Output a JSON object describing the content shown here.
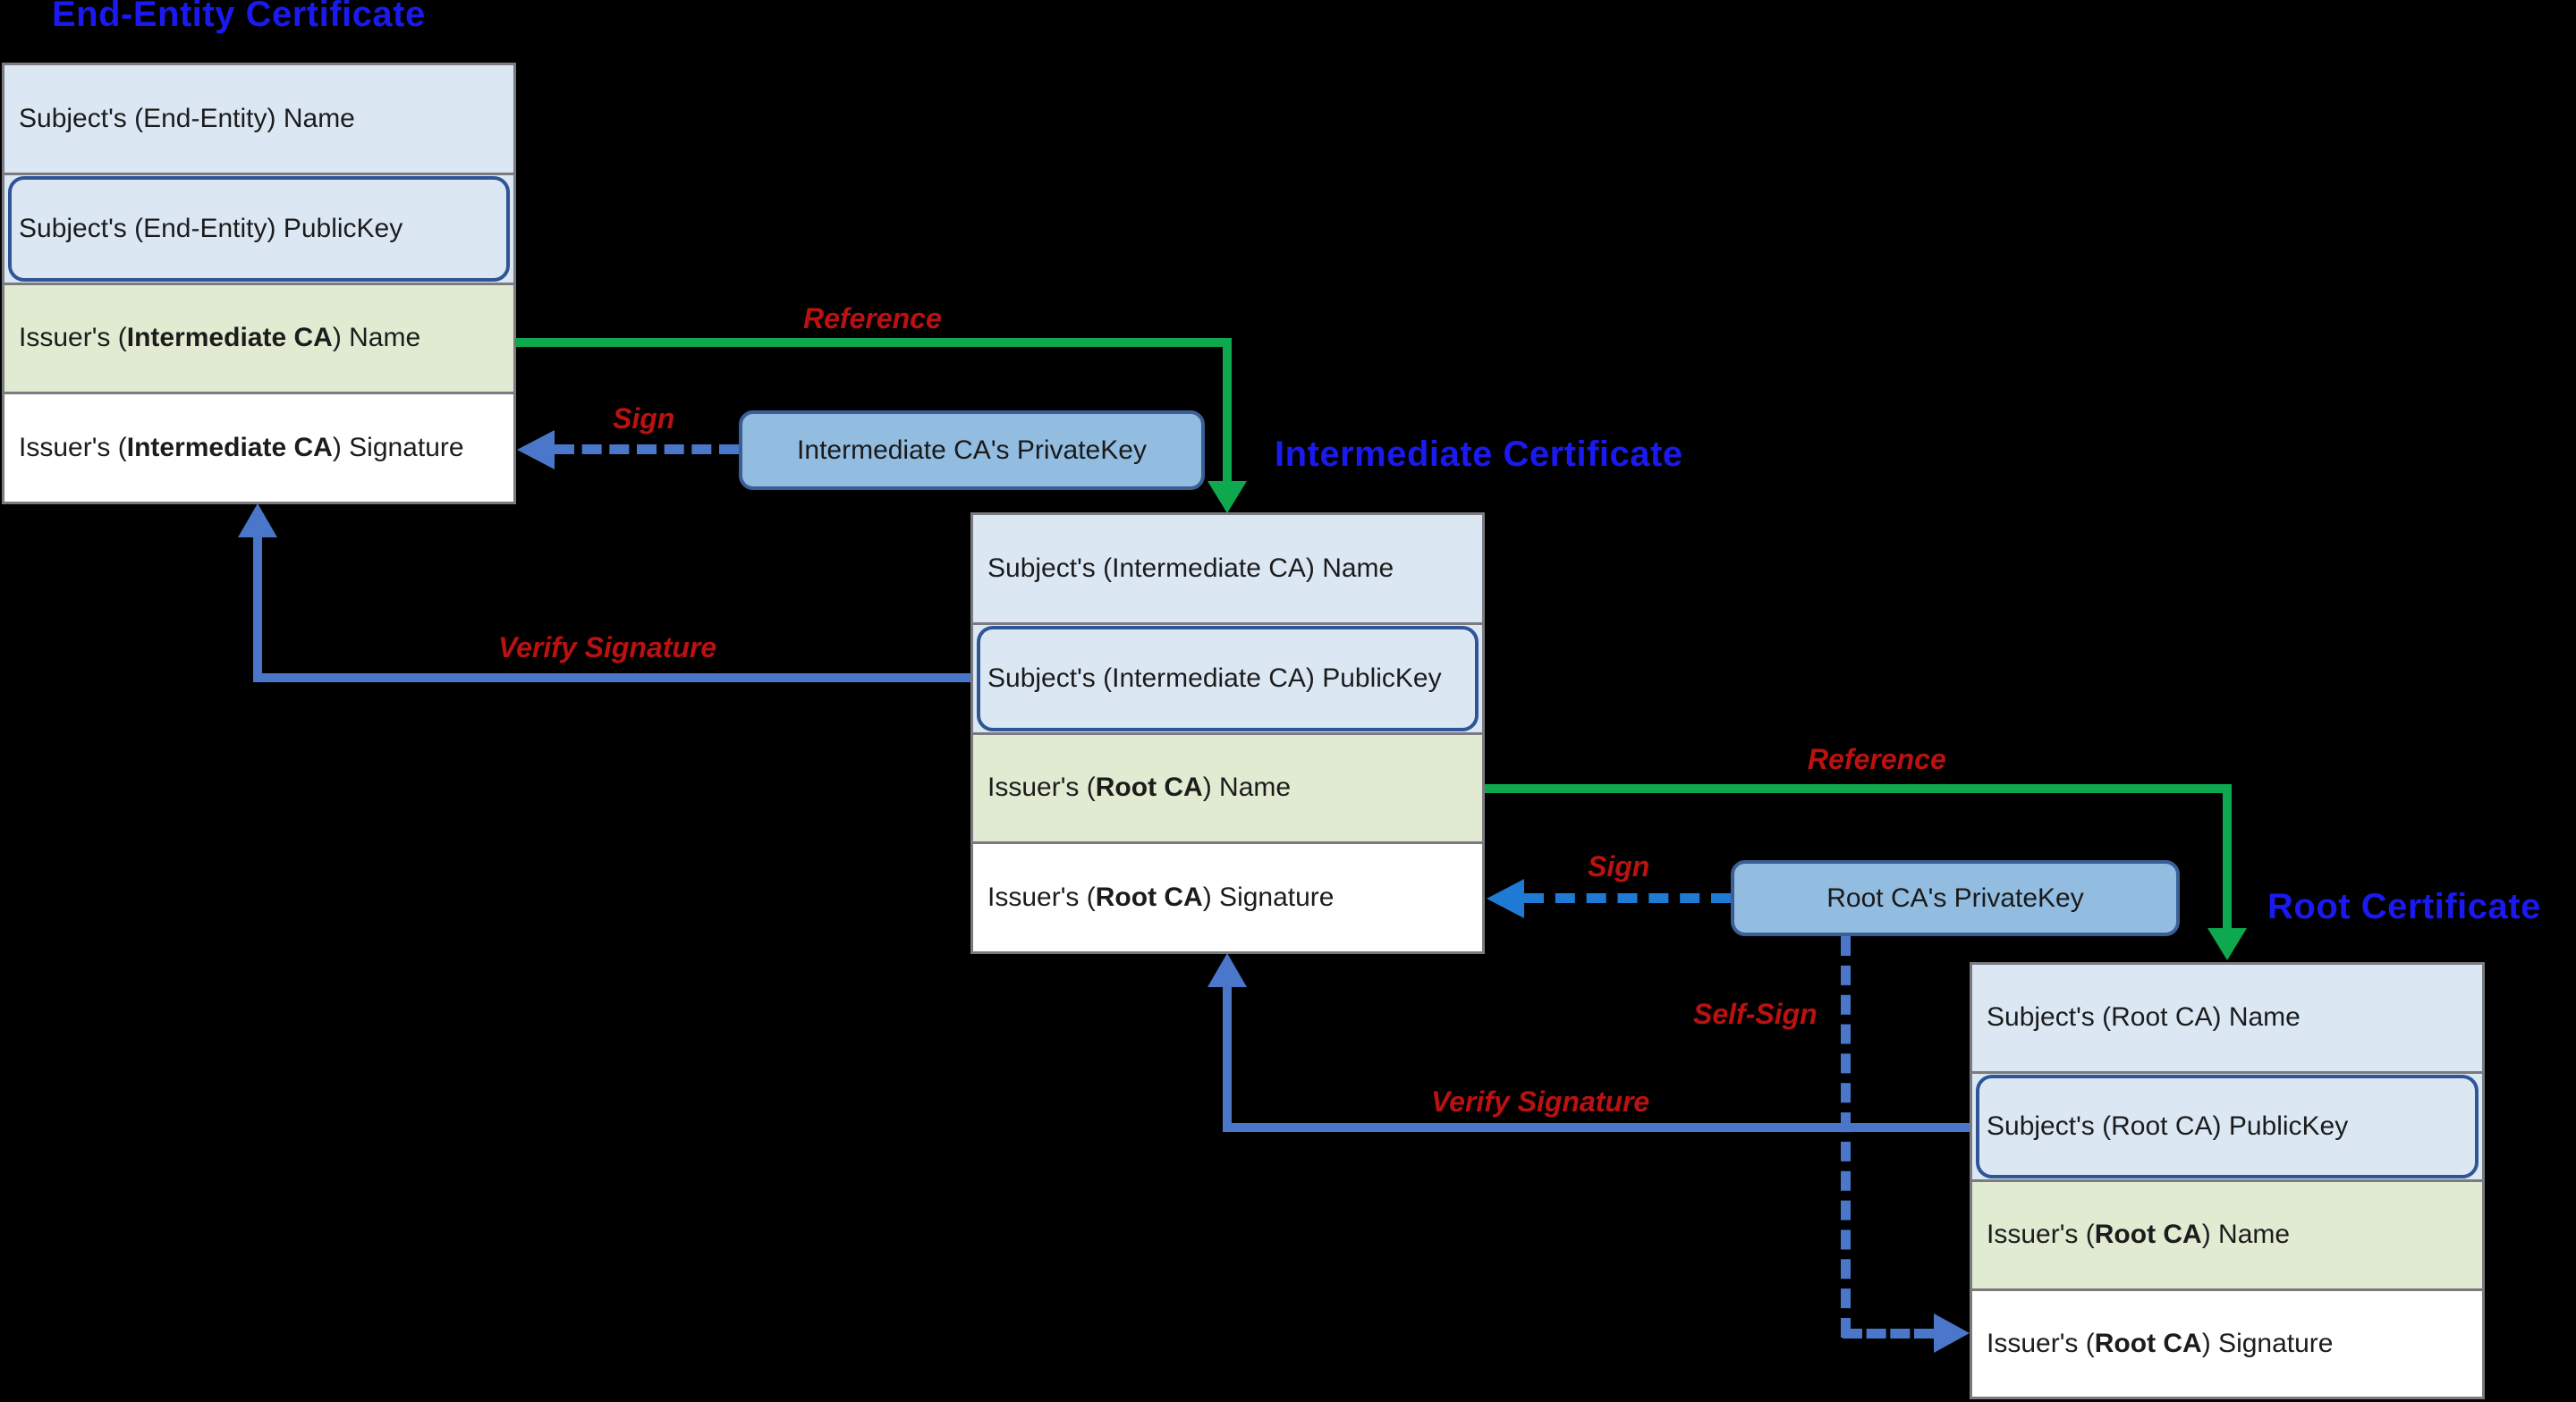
{
  "colors": {
    "background": "#000000",
    "title_blue": "#1a1af0",
    "label_red": "#bb1111",
    "green": "#0ea94e",
    "blue": "#4a77c9",
    "bright_blue": "#1e7ad2",
    "light_blue": "#dbe8f4",
    "light_green": "#e0ebd2",
    "row_white": "#ffffff",
    "gray": "#7a7a7f",
    "key_fill": "#92bce0",
    "key_border": "#3a5f96",
    "pk_border": "#2f5597"
  },
  "titles": {
    "end_entity": "End-Entity Certificate",
    "intermediate": "Intermediate Certificate",
    "root": "Root Certificate"
  },
  "certs": [
    {
      "name": "end-entity",
      "rows": [
        {
          "pre": "Subject's (End-Entity) Name",
          "bold": "",
          "post": ""
        },
        {
          "pre": "Subject's (End-Entity) PublicKey",
          "bold": "",
          "post": ""
        },
        {
          "pre": "Issuer's (",
          "bold": "Intermediate CA",
          "post": ") Name"
        },
        {
          "pre": "Issuer's (",
          "bold": "Intermediate CA",
          "post": ") Signature"
        }
      ]
    },
    {
      "name": "intermediate",
      "rows": [
        {
          "pre": "Subject's (Intermediate CA) Name",
          "bold": "",
          "post": ""
        },
        {
          "pre": "Subject's (Intermediate CA) PublicKey",
          "bold": "",
          "post": ""
        },
        {
          "pre": "Issuer's (",
          "bold": "Root CA",
          "post": ") Name"
        },
        {
          "pre": "Issuer's (",
          "bold": "Root CA",
          "post": ") Signature"
        }
      ]
    },
    {
      "name": "root",
      "rows": [
        {
          "pre": "Subject's (Root CA) Name",
          "bold": "",
          "post": ""
        },
        {
          "pre": "Subject's (Root CA) PublicKey",
          "bold": "",
          "post": ""
        },
        {
          "pre": "Issuer's (",
          "bold": "Root CA",
          "post": ") Name"
        },
        {
          "pre": "Issuer's (",
          "bold": "Root CA",
          "post": ") Signature"
        }
      ]
    }
  ],
  "keys": [
    {
      "label": "Intermediate CA's PrivateKey"
    },
    {
      "label": "Root CA's PrivateKey"
    }
  ],
  "arrow_labels": {
    "reference1": "Reference",
    "sign1": "Sign",
    "verify1": "Verify Signature",
    "reference2": "Reference",
    "sign2": "Sign",
    "self_sign": "Self-Sign",
    "verify2": "Verify Signature"
  }
}
